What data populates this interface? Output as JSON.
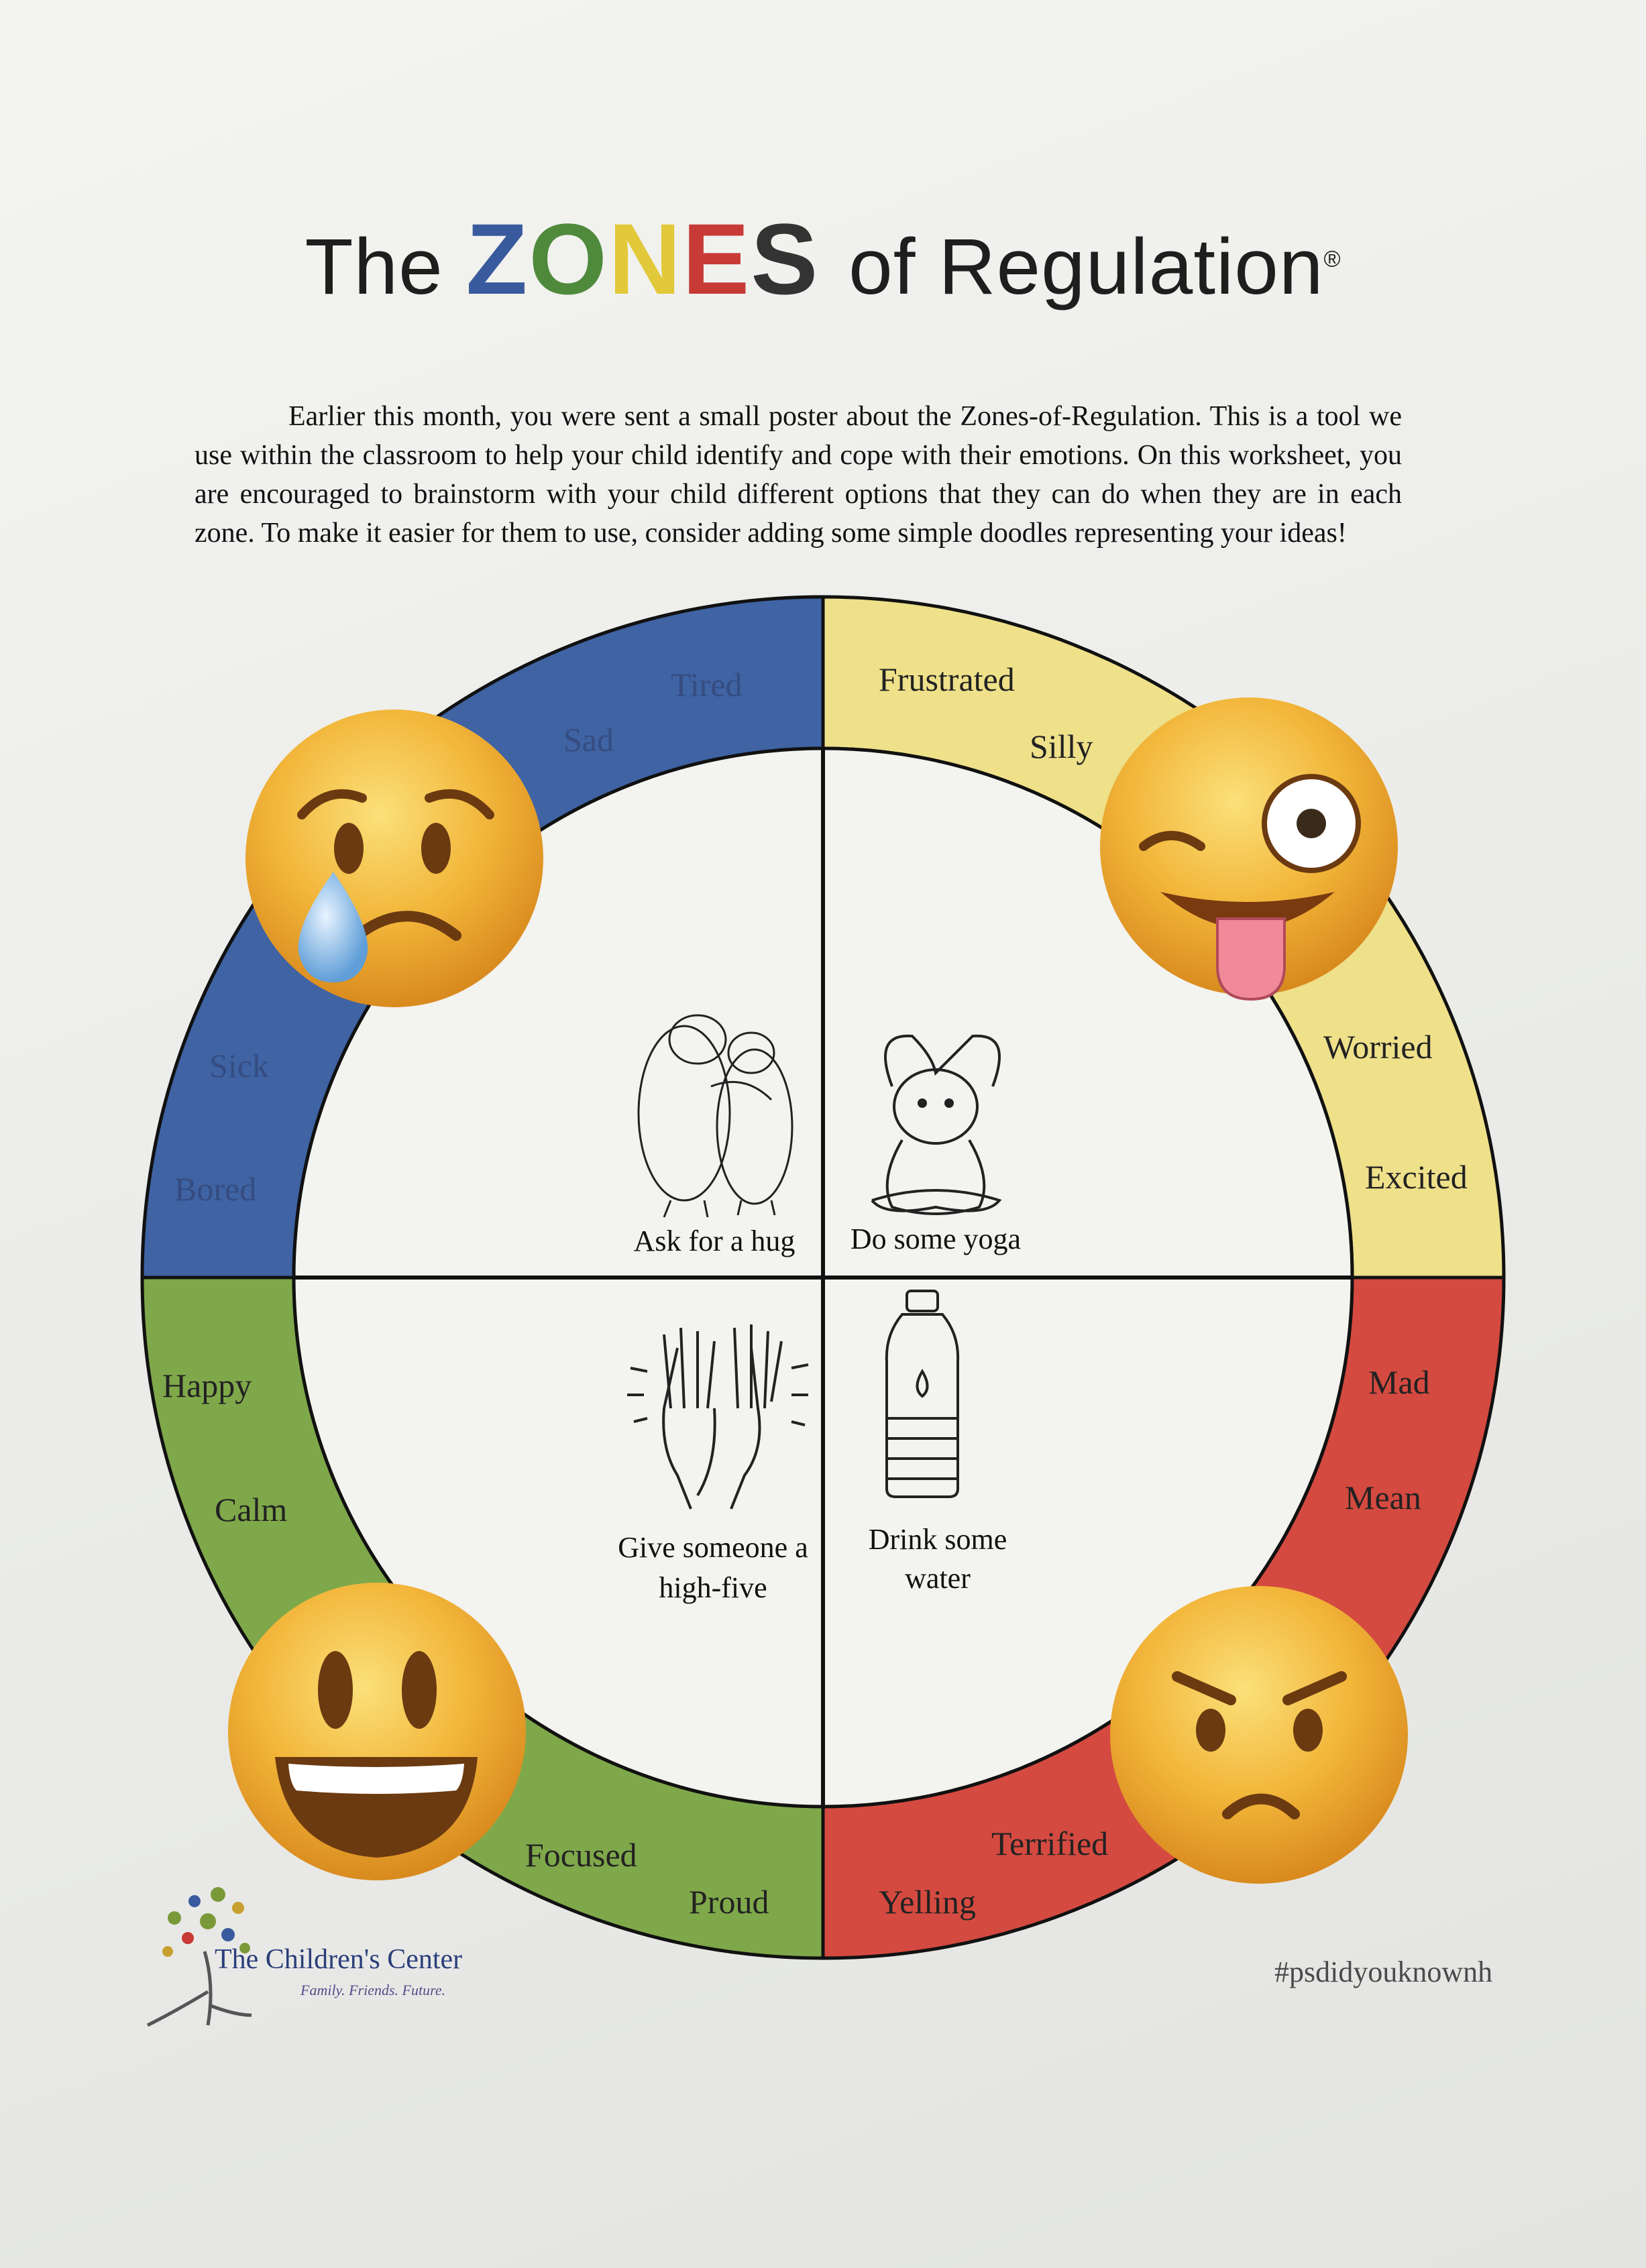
{
  "title": {
    "prefix": "The",
    "zones_letters": [
      {
        "char": "Z",
        "color": "#3a5a9e"
      },
      {
        "char": "O",
        "color": "#4f8a3c"
      },
      {
        "char": "N",
        "color": "#e2c93a"
      },
      {
        "char": "E",
        "color": "#c83a35"
      },
      {
        "char": "S",
        "color": "#333333"
      }
    ],
    "suffix": "of Regulation",
    "registered": "®"
  },
  "intro": "Earlier this month, you were sent a small poster about the Zones-of-Regulation. This is a tool we use within the classroom to help your child identify and cope with their emotions. On this worksheet, you are encouraged to brainstorm with your child different options that they can do when they are in each zone. To make it easier for them to use, consider adding some simple doodles representing your ideas!",
  "zones": {
    "blue": {
      "color": "#3f63a3",
      "emotions": [
        "Tired",
        "Sad",
        "Sick",
        "Bored"
      ],
      "face": "crying-face"
    },
    "yellow": {
      "color": "#efe08a",
      "emotions": [
        "Frustrated",
        "Silly",
        "Worried",
        "Excited"
      ],
      "face": "winking-tongue-face"
    },
    "green": {
      "color": "#7fa84a",
      "emotions": [
        "Happy",
        "Calm",
        "Focused",
        "Proud"
      ],
      "face": "grinning-face"
    },
    "red": {
      "color": "#d44a40",
      "emotions": [
        "Mad",
        "Mean",
        "Terrified",
        "Yelling"
      ],
      "face": "angry-face"
    }
  },
  "actions": {
    "hug": "Ask for a hug",
    "yoga": "Do some yoga",
    "highfive": [
      "Give someone a",
      "high-five"
    ],
    "water": [
      "Drink some",
      "water"
    ]
  },
  "logo": {
    "name": "The Children's Center",
    "tagline": "Family. Friends. Future."
  },
  "hashtag": "#psdidyouknownh"
}
